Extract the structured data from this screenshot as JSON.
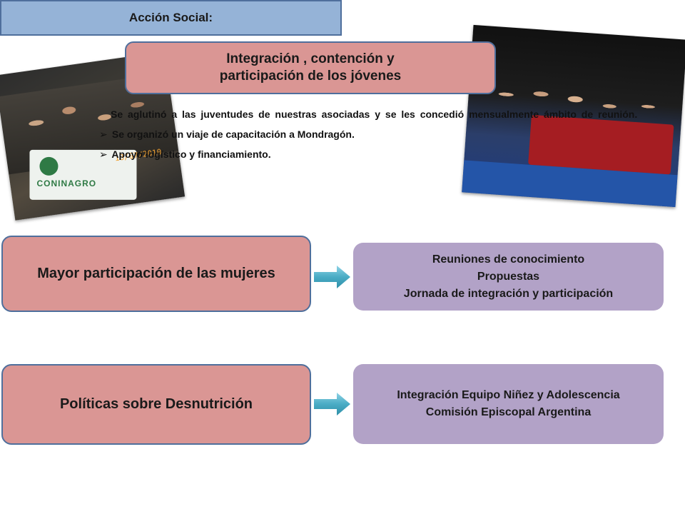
{
  "header": {
    "title": "Acción Social:"
  },
  "photos": {
    "left": {
      "banner_text": "CONINAGRO",
      "date_stamp": "18/07/2010"
    },
    "right": {}
  },
  "main_title": {
    "line1": "Integración , contención y",
    "line2": "participación de los jóvenes"
  },
  "bullets": {
    "paragraph": "Se aglutinó a las juventudes de nuestras asociadas y se les concedió mensualmente ámbito de reunión.",
    "items": [
      "Se organizó un viaje de capacitación a Mondragón.",
      "Apoyo logístico y financiamiento."
    ]
  },
  "rows": [
    {
      "left_label": "Mayor participación de las mujeres",
      "right_lines": [
        "Reuniones de conocimiento",
        "Propuestas",
        "Jornada  de integración y participación"
      ]
    },
    {
      "left_label": "Políticas sobre Desnutrición",
      "right_lines": [
        "Integración Equipo Niñez y Adolescencia",
        "Comisión Episcopal Argentina"
      ]
    }
  ],
  "colors": {
    "header_fill": "#95b3d7",
    "pink_fill": "#da9694",
    "purple_fill": "#b2a2c7",
    "arrow": "#4aacc5",
    "border": "#4f6f9c"
  }
}
